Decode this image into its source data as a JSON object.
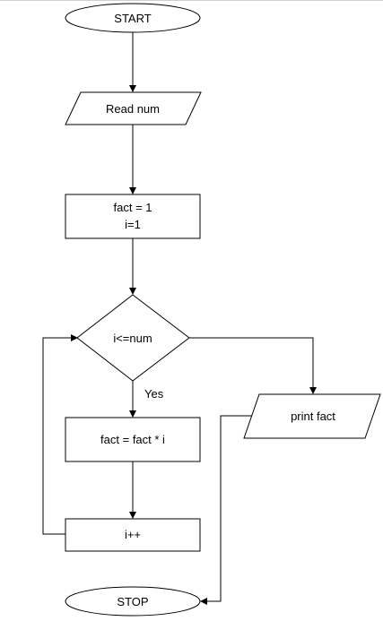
{
  "diagram": {
    "nodes": {
      "start": {
        "label": "START"
      },
      "read": {
        "label": "Read num"
      },
      "init": {
        "line1": "fact = 1",
        "line2": "i=1"
      },
      "decision": {
        "label": "i<=num"
      },
      "multiply": {
        "label": "fact = fact * i"
      },
      "increment": {
        "label": "i++"
      },
      "print": {
        "label": "print fact"
      },
      "stop": {
        "label": "STOP"
      }
    },
    "edges": {
      "yes_label": "Yes"
    }
  },
  "colors": {
    "stroke": "#000000",
    "fill": "#ffffff",
    "frame": "#cfcfcf"
  }
}
